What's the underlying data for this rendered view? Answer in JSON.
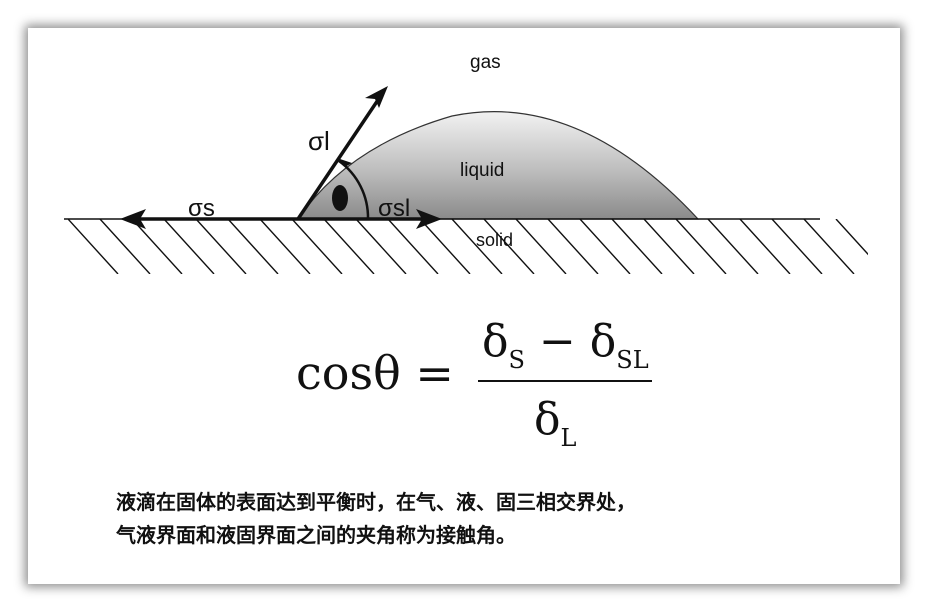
{
  "diagram": {
    "gas_label": "gas",
    "liquid_label": "liquid",
    "solid_label": "solid",
    "sigma_l_label": "σl",
    "sigma_s_label": "σs",
    "sigma_sl_label": "σsl"
  },
  "formula": {
    "lhs": "cosθ =",
    "num_delta1": "δ",
    "num_sub1": "S",
    "num_minus": " − ",
    "num_delta2": "δ",
    "num_sub2": "SL",
    "den_delta": "δ",
    "den_sub": "L"
  },
  "caption": {
    "line1": "液滴在固体的表面达到平衡时，在气、液、固三相交界处，",
    "line2": "气液界面和液固界面之间的夹角称为接触角。"
  }
}
